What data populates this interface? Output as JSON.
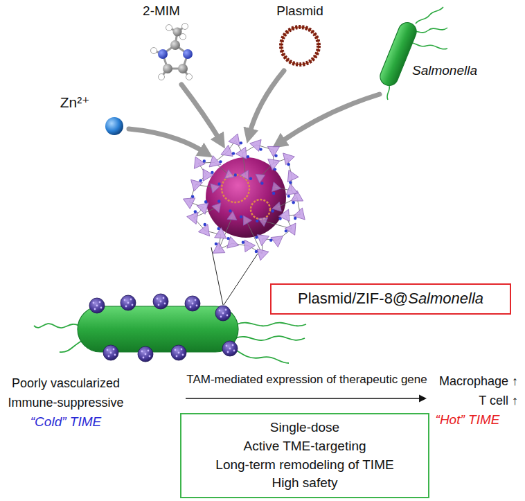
{
  "diagram": {
    "nodes": [
      {
        "text": [
          "Plasmid/ZIF-8@Salmonella"
        ]
      },
      {
        "text": [
          "Single-dose",
          "Active TME-targeting",
          "Long-term remodeling of TIME",
          "High safety"
        ]
      }
    ],
    "labels": [
      "2-MIM",
      "Plasmid",
      "Salmonella",
      "Zn²⁺",
      "Poorly vascularized",
      "Immune-suppressive",
      "“Cold” TIME",
      "TAM-mediated expression of therapeutic gene",
      "Macrophage ↑",
      "T cell ↑",
      "“Hot” TIME"
    ]
  }
}
